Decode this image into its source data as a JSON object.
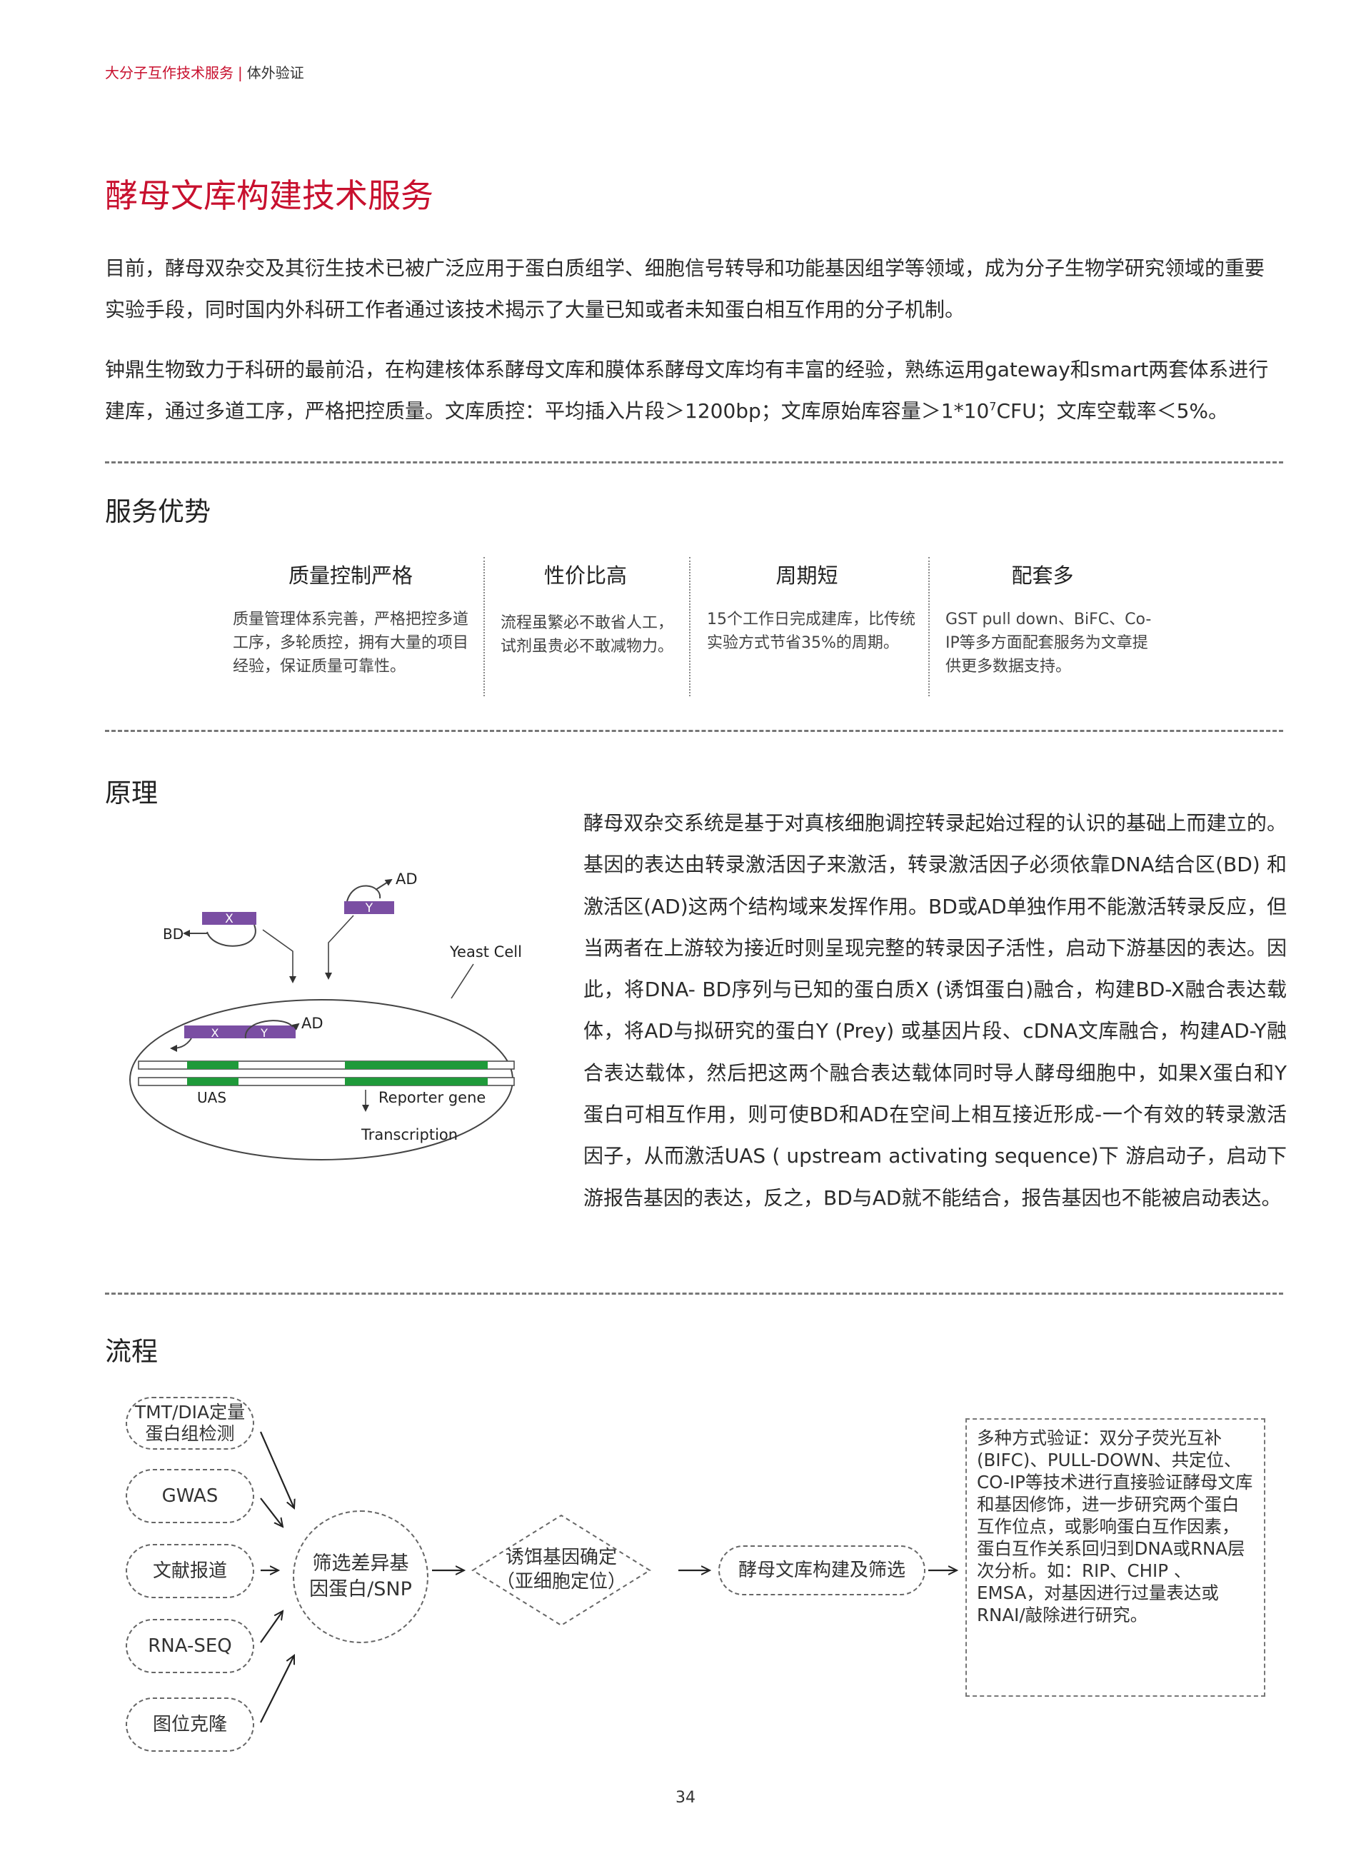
{
  "header": {
    "left": "大分子互作技术服务",
    "separator": "|",
    "right": "体外验证"
  },
  "title": "酵母文库构建技术服务",
  "intro": {
    "p1": "目前，酵母双杂交及其衍生技术已被广泛应用于蛋白质组学、细胞信号转导和功能基因组学等领域，成为分子生物学研究领域的重要实验手段，同时国内外科研工作者通过该技术揭示了大量已知或者未知蛋白相互作用的分子机制。",
    "p2_a": "钟鼎生物致力于科研的最前沿，在构建核体系酵母文库和膜体系酵母文库均有丰富的经验，熟练运用gateway和smart两套体系进行建库，通过多道工序，严格把控质量。文库质控：平均插入片段＞1200bp；文库原始库容量＞1*10",
    "p2_sup": "7",
    "p2_b": "CFU；文库空载率＜5%。"
  },
  "advantages": {
    "heading": "服务优势",
    "items": [
      {
        "title": "质量控制严格",
        "desc": "质量管理体系完善，严格把控多道工序，多轮质控，拥有大量的项目经验，保证质量可靠性。"
      },
      {
        "title": "性价比高",
        "desc": "流程虽繁必不敢省人工，试剂虽贵必不敢减物力。"
      },
      {
        "title": "周期短",
        "desc": "15个工作日完成建库，比传统实验方式节省35%的周期。"
      },
      {
        "title": "配套多",
        "desc": "GST pull down、BiFC、Co-IP等多方面配套服务为文章提供更多数据支持。"
      }
    ]
  },
  "principle": {
    "heading": "原理",
    "text": "酵母双杂交系统是基于对真核细胞调控转录起始过程的认识的基础上而建立的。基因的表达由转录激活因子来激活，转录激活因子必须依靠DNA结合区(BD) 和激活区(AD)这两个结构域来发挥作用。BD或AD单独作用不能激活转录反应，但当两者在上游较为接近时则呈现完整的转录因子活性，启动下游基因的表达。因此，将DNA- BD序列与已知的蛋白质X (诱饵蛋白)融合，构建BD-X融合表达载 体，将AD与拟研究的蛋白Y (Prey) 或基因片段、cDNA文库融合，构建AD-Y融合表达载体，然后把这两个融合表达载体同时导人酵母细胞中，如果X蛋白和Y蛋白可相互作用，则可使BD和AD在空间上相互接近形成-一个有效的转录激活因子，从而激活UAS ( upstream activating sequence)下 游启动子，启动下游报告基因的表达，反之，BD与AD就不能结合，报告基因也不能被启动表达。",
    "diagram": {
      "bd": "BD",
      "ad": "AD",
      "x": "X",
      "y": "Y",
      "yeast_cell": "Yeast Cell",
      "uas": "UAS",
      "reporter": "Reporter gene",
      "transcription": "Transcription",
      "colors": {
        "purple": "#7a4ea3",
        "green": "#1f9a3a"
      }
    }
  },
  "flow": {
    "heading": "流程",
    "sources": [
      "TMT/DIA定量蛋白组检测",
      "GWAS",
      "文献报道",
      "RNA-SEQ",
      "图位克隆"
    ],
    "source_lines": [
      [
        "TMT/DIA定量",
        "蛋白组检测"
      ]
    ],
    "screen": [
      "筛选差异基",
      "因蛋白/SNP"
    ],
    "bait": [
      "诱饵基因确定",
      "（亚细胞定位）"
    ],
    "library": "酵母文库构建及筛选",
    "verify": "多种方式验证：双分子荧光互补(BIFC)、PULL-DOWN、共定位、CO-IP等技术进行直接验证酵母文库和基因修饰，进一步研究两个蛋白互作位点，或影响蛋白互作因素，蛋白互作关系回归到DNA或RNA层次分析。如：RIP、CHIP 、EMSA，对基因进行过量表达或RNAI/敲除进行研究。"
  },
  "page_number": "34",
  "colors": {
    "accent": "#c8102e"
  }
}
